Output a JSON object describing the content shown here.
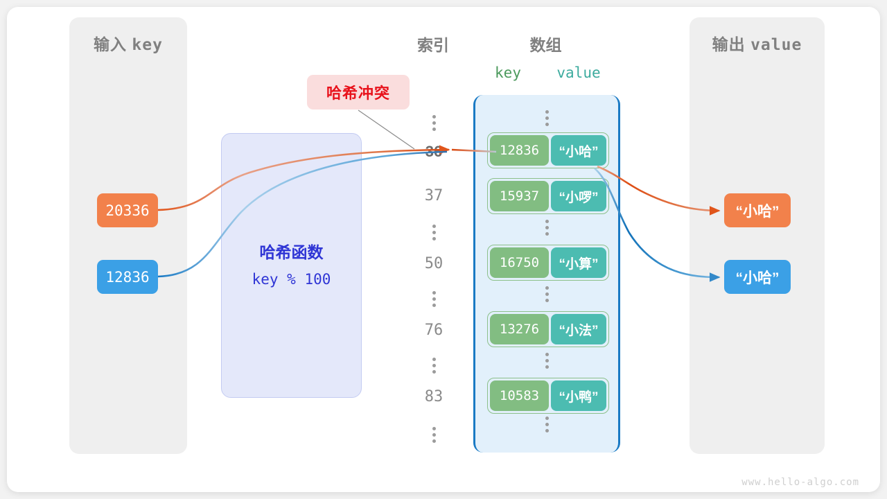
{
  "watermark": "www.hello-algo.com",
  "input_panel": {
    "title_cn": "输入",
    "title_mono": "key",
    "keys": [
      {
        "text": "20336",
        "color": "#f2814b"
      },
      {
        "text": "12836",
        "color": "#3ba0e6"
      }
    ]
  },
  "output_panel": {
    "title_cn": "输出",
    "title_mono": "value",
    "values": [
      {
        "text": "“小哈”",
        "color": "#f2814b"
      },
      {
        "text": "“小哈”",
        "color": "#3ba0e6"
      }
    ]
  },
  "hash_function": {
    "title": "哈希函数",
    "expression": "key % 100",
    "color": "#2f35d5"
  },
  "collision": {
    "label": "哈希冲突",
    "text_color": "#e8121b",
    "bg_color": "#fadddd"
  },
  "headers": {
    "index": "索引",
    "array": "数组",
    "key": "key",
    "value": "value",
    "key_color": "#4c9a5d",
    "value_color": "#3cab9e"
  },
  "index_column": [
    {
      "type": "dots"
    },
    {
      "type": "num",
      "text": "36",
      "highlight": true
    },
    {
      "type": "num",
      "text": "37",
      "highlight": false
    },
    {
      "type": "dots"
    },
    {
      "type": "num",
      "text": "50",
      "highlight": false
    },
    {
      "type": "dots"
    },
    {
      "type": "num",
      "text": "76",
      "highlight": false
    },
    {
      "type": "dots"
    },
    {
      "type": "num",
      "text": "83",
      "highlight": false
    },
    {
      "type": "dots"
    }
  ],
  "array_rows": [
    {
      "type": "dots"
    },
    {
      "type": "pair",
      "key": "12836",
      "value": "“小哈”"
    },
    {
      "type": "pair",
      "key": "15937",
      "value": "“小啰”"
    },
    {
      "type": "dots"
    },
    {
      "type": "pair",
      "key": "16750",
      "value": "“小算”"
    },
    {
      "type": "dots"
    },
    {
      "type": "pair",
      "key": "13276",
      "value": "“小法”"
    },
    {
      "type": "dots"
    },
    {
      "type": "pair",
      "key": "10583",
      "value": "“小鸭”"
    },
    {
      "type": "dots"
    }
  ],
  "colors": {
    "orange": "#e0551b",
    "blue": "#1a7ac4",
    "array_fill": "#e2f0fb",
    "panel_gray": "#efefef",
    "hash_fill": "#e4e8fa"
  }
}
